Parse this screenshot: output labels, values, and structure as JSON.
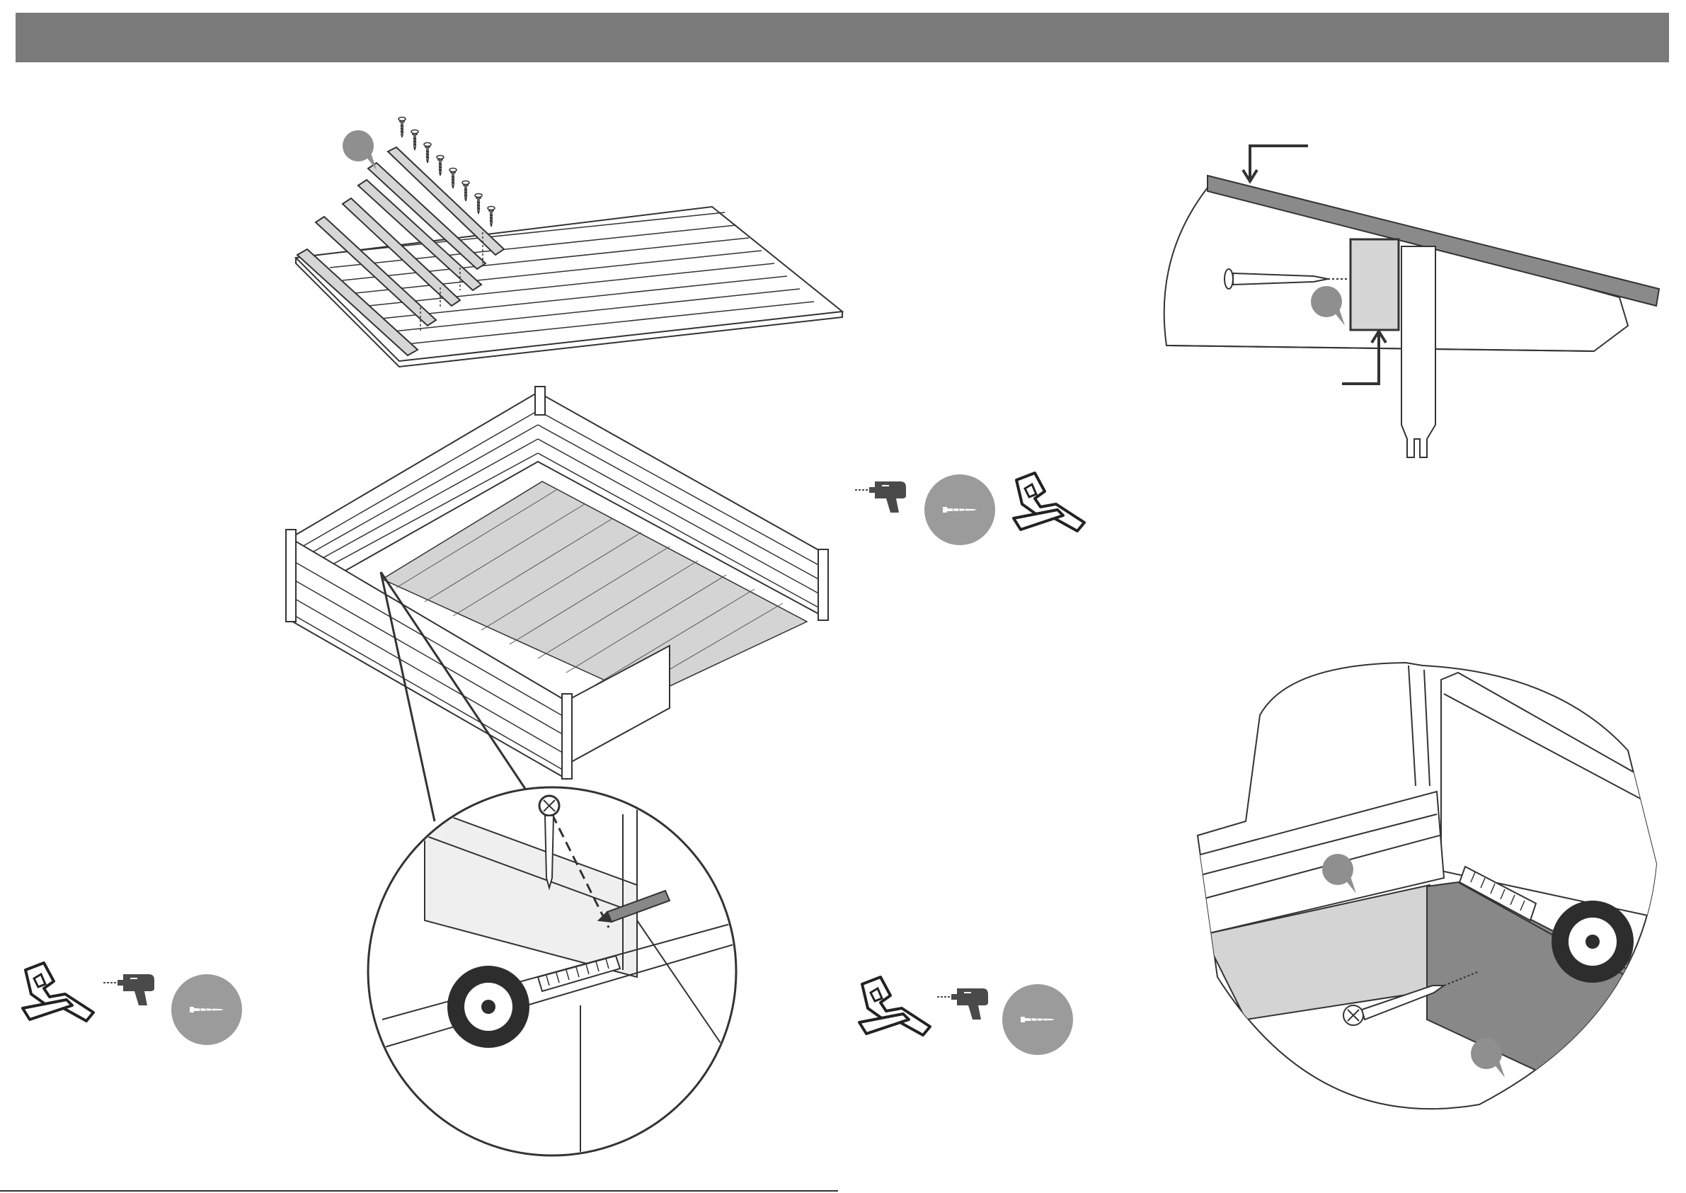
{
  "page": {
    "background": "#ffffff",
    "header_bar_color": "#7b7a7b",
    "line_color": "#3a3a3a",
    "panel_fill": "#d4d4d4",
    "dark_fill": "#8a8a8a",
    "badge_fill": "#9b9b9b"
  },
  "figures": [
    {
      "name": "roof-boards-exploded",
      "icon": "roof-boards-icon"
    },
    {
      "name": "cabin-walls-floor",
      "icon": "cabin-walls-icon"
    },
    {
      "name": "board-measure-detail",
      "icon": "tape-measure-detail-icon"
    },
    {
      "name": "roof-bracket-detail",
      "icon": "roof-bracket-icon"
    },
    {
      "name": "floor-trim-detail",
      "icon": "floor-trim-icon"
    }
  ],
  "tool_groups": [
    {
      "name": "tools-left",
      "tools": [
        "saw-icon",
        "drill-icon",
        "screw-badge-icon"
      ]
    },
    {
      "name": "tools-middle",
      "tools": [
        "drill-icon",
        "screw-badge-icon",
        "saw-icon"
      ]
    },
    {
      "name": "tools-middle-lower",
      "tools": [
        "saw-icon",
        "drill-icon",
        "screw-badge-icon"
      ]
    }
  ]
}
